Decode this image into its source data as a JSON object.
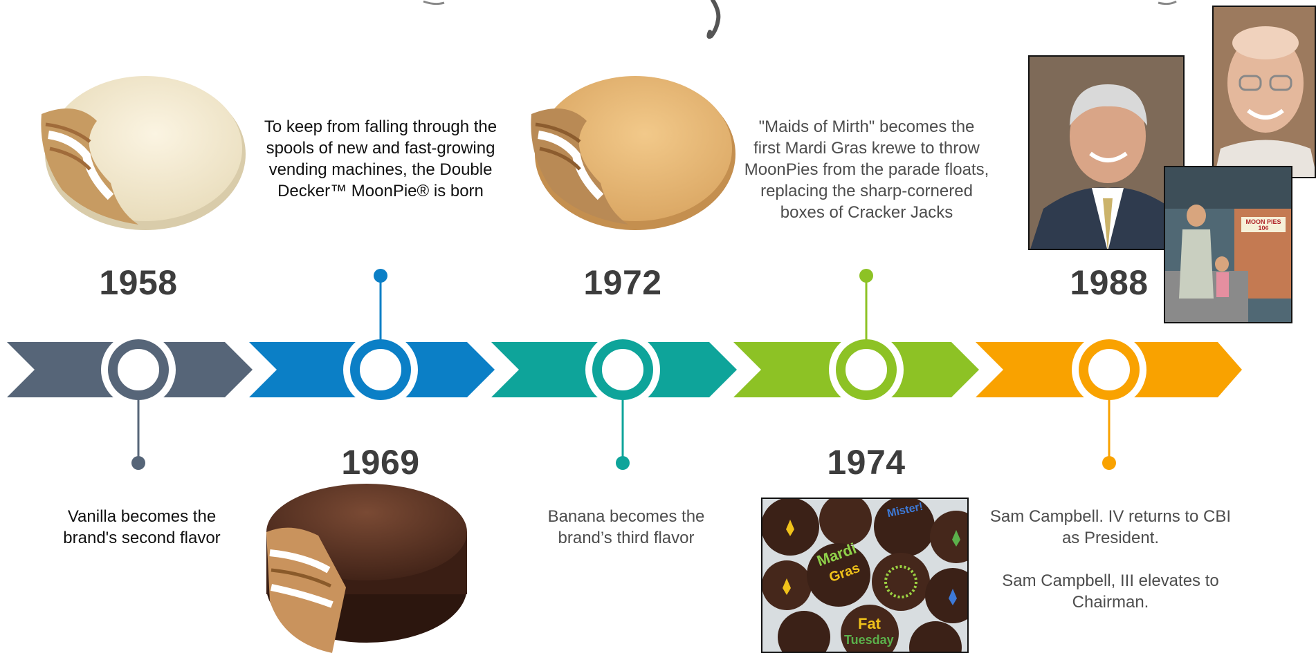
{
  "timeline": {
    "colors": {
      "slate": "#566578",
      "blue": "#0b7fc6",
      "teal": "#0ea49a",
      "green": "#8dc225",
      "orange": "#f9a200",
      "year_text": "#3d3d3d"
    },
    "events": [
      {
        "year": "1958",
        "text": "Vanilla becomes the brand's second flavor",
        "color": "slate",
        "image": "vanilla-moonpie"
      },
      {
        "year": "1969",
        "text": "To keep from falling through the spools of new and fast-growing vending machines, the Double Decker™ MoonPie® is born",
        "color": "blue",
        "image": "chocolate-double-decker-moonpie"
      },
      {
        "year": "1972",
        "text": "Banana becomes the brand’s third flavor",
        "color": "teal",
        "image": "banana-moonpie"
      },
      {
        "year": "1974",
        "text": "\"Maids of Mirth\" becomes the first Mardi Gras krewe to throw MoonPies from the parade floats, replacing the sharp-cornered boxes of Cracker Jacks",
        "color": "green",
        "image": "mardi-gras-moonpies-photo"
      },
      {
        "year": "1988",
        "text_lines": [
          "Sam Campbell. IV returns to CBI as President.",
          "Sam Campbell, III elevates to Chairman."
        ],
        "color": "orange",
        "image": "campbell-family-photos"
      }
    ]
  },
  "decor": {
    "mardi_gras_words": [
      "Mardi",
      "Gras",
      "Fat",
      "Tuesday",
      "Mister!"
    ],
    "store_sign": "MOON PIES 10¢"
  }
}
